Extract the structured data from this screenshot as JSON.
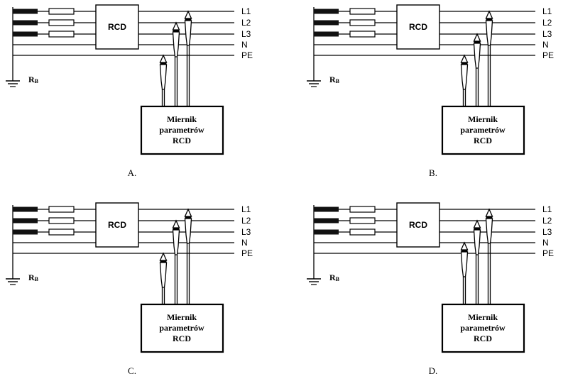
{
  "rcd_label": "RCD",
  "meter_lines": [
    "Miernik",
    "parametrów",
    "RCD"
  ],
  "line_labels": [
    "L1",
    "L2",
    "L3",
    "N",
    "PE"
  ],
  "ground_label": "R",
  "ground_sub": "B",
  "panels": [
    {
      "caption": "A.",
      "probes_on": [
        "PE",
        "L2",
        "L1"
      ]
    },
    {
      "caption": "B.",
      "probes_on": [
        "PE",
        "L3",
        "L1"
      ]
    },
    {
      "caption": "C.",
      "probes_on": [
        "PE",
        "L2",
        "L1"
      ]
    },
    {
      "caption": "D.",
      "probes_on": [
        "N",
        "L2",
        "L1"
      ]
    }
  ]
}
